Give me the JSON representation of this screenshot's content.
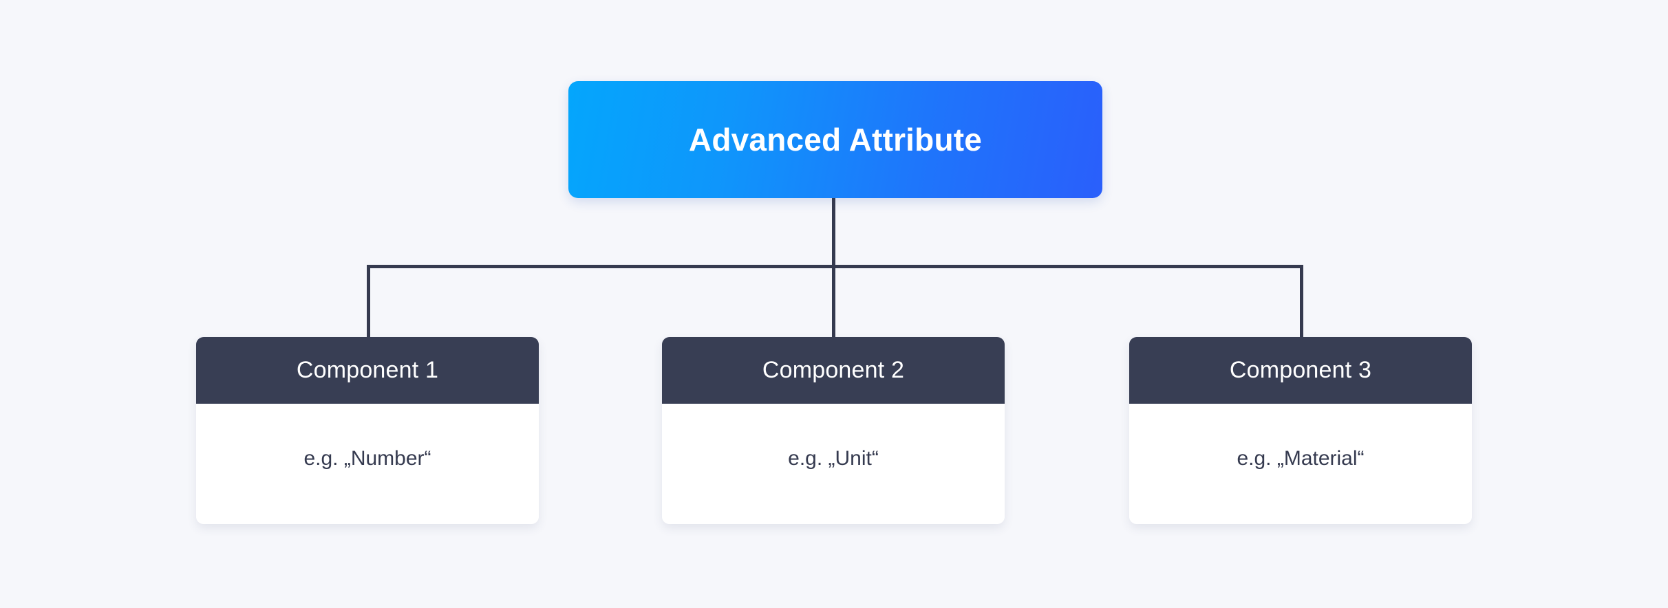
{
  "diagram": {
    "type": "hierarchy-tree",
    "background_color": "#f6f7fb",
    "root": {
      "label": "Advanced Attribute",
      "gradient_from": "#04a6fc",
      "gradient_to": "#2a5ffb",
      "text_color": "#ffffff"
    },
    "connector_color": "#353a4f",
    "children": [
      {
        "header": "Component 1",
        "body": "e.g. „Number“",
        "header_color": "#383e54",
        "body_color": "#ffffff"
      },
      {
        "header": "Component 2",
        "body": "e.g. „Unit“",
        "header_color": "#383e54",
        "body_color": "#ffffff"
      },
      {
        "header": "Component 3",
        "body": "e.g. „Material“",
        "header_color": "#383e54",
        "body_color": "#ffffff"
      }
    ]
  }
}
